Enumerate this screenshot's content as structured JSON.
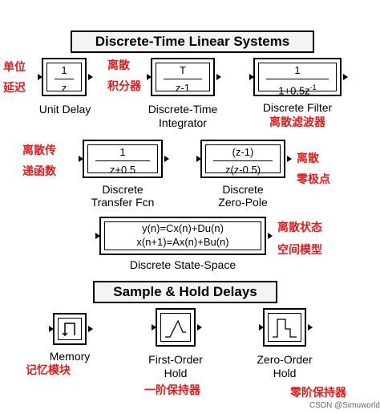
{
  "sections": {
    "discrete": "Discrete-Time Linear Systems",
    "sample_hold": "Sample & Hold Delays"
  },
  "blocks": {
    "unit_delay": {
      "num": "1",
      "den": "z",
      "label": "Unit Delay",
      "note_line1": "单位",
      "note_line2": "延迟"
    },
    "dt_integrator": {
      "num": "T",
      "den": "z-1",
      "label_line1": "Discrete-Time",
      "label_line2": "Integrator",
      "note_line1": "离散",
      "note_line2": "积分器"
    },
    "discrete_filter": {
      "num": "1",
      "den": "1+0.5z",
      "den_exp": "-1",
      "label": "Discrete Filter",
      "note": "离散滤波器"
    },
    "transfer_fcn": {
      "num": "1",
      "den": "z+0.5",
      "label_line1": "Discrete",
      "label_line2": "Transfer Fcn",
      "note_line1": "离散传",
      "note_line2": "递函数"
    },
    "zero_pole": {
      "num": "(z-1)",
      "den": "z(z-0.5)",
      "label_line1": "Discrete",
      "label_line2": "Zero-Pole",
      "note_line1": "离散",
      "note_line2": "零极点"
    },
    "state_space": {
      "eq1": "y(n)=Cx(n)+Du(n)",
      "eq2": "x(n+1)=Ax(n)+Bu(n)",
      "label": "Discrete State-Space",
      "note_line1": "离散状态",
      "note_line2": "空间模型"
    },
    "memory": {
      "label": "Memory",
      "note": "记忆模块"
    },
    "first_order_hold": {
      "label_line1": "First-Order",
      "label_line2": "Hold",
      "note": "一阶保持器"
    },
    "zero_order_hold": {
      "label_line1": "Zero-Order",
      "label_line2": "Hold",
      "note": "零阶保持器"
    }
  },
  "watermark": "CSDN @Simuworld",
  "colors": {
    "annotation": "#e41b1b",
    "outline": "#000000"
  }
}
